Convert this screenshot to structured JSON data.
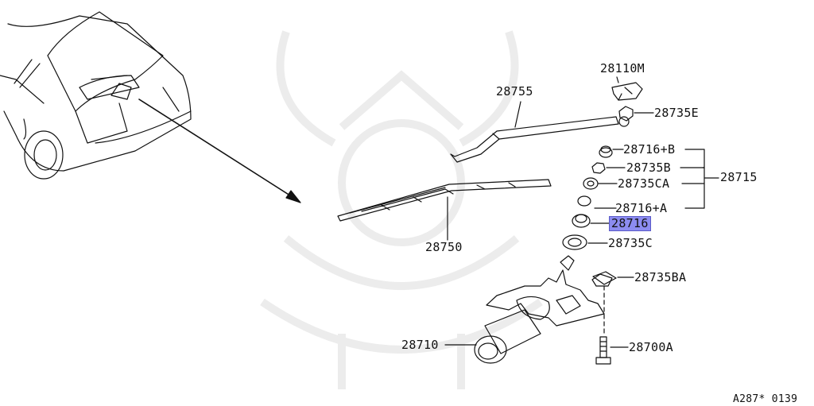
{
  "diagram": {
    "ref_code": "A287* 0139",
    "highlight_color": "#8c8cf0",
    "parts": {
      "p28110M": "28110M",
      "p28755": "28755",
      "p28735E": "28735E",
      "p28716B": "28716+B",
      "p28735B": "28735B",
      "p28715": "28715",
      "p28735CA": "28735CA",
      "p28716A": "28716+A",
      "p28716": "28716",
      "p28735C": "28735C",
      "p28750": "28750",
      "p28735BA": "28735BA",
      "p28710": "28710",
      "p28700A": "28700A"
    },
    "selected_part": "28716"
  }
}
